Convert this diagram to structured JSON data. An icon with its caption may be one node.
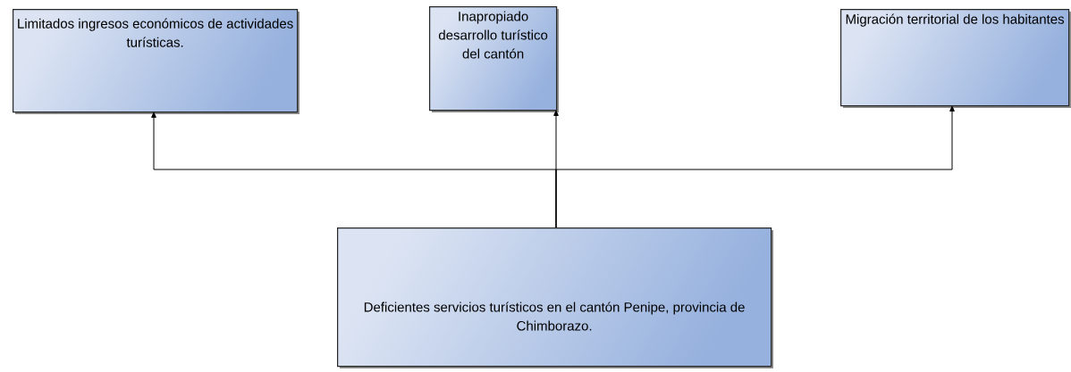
{
  "diagram": {
    "nodes": [
      {
        "text": [
          "Limitados ingresos económicos de actividades turísticas."
        ]
      },
      {
        "text": [
          "Inapropiado desarrollo turístico del cantón"
        ]
      },
      {
        "text": [
          "Migración territorial de los habitantes"
        ]
      },
      {
        "text": [
          "Deficientes servicios turísticos en el cantón Penipe, provincia de Chimborazo."
        ]
      }
    ],
    "edges": [
      {
        "from": 3,
        "to": 0,
        "arrow": "to"
      },
      {
        "from": 3,
        "to": 1,
        "arrow": "to"
      },
      {
        "from": 3,
        "to": 2,
        "arrow": "to"
      }
    ]
  }
}
